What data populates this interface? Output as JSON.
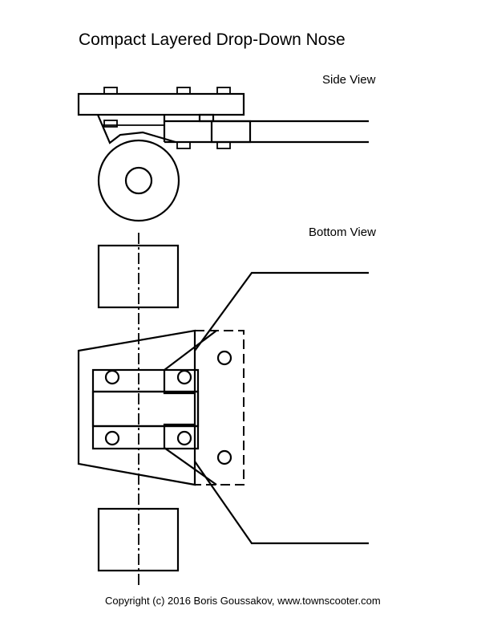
{
  "drawing": {
    "title": "Compact Layered Drop-Down Nose",
    "side_view_label": "Side View",
    "bottom_view_label": "Bottom View",
    "copyright": "Copyright (c) 2016 Boris Goussakov, www.townscooter.com"
  }
}
